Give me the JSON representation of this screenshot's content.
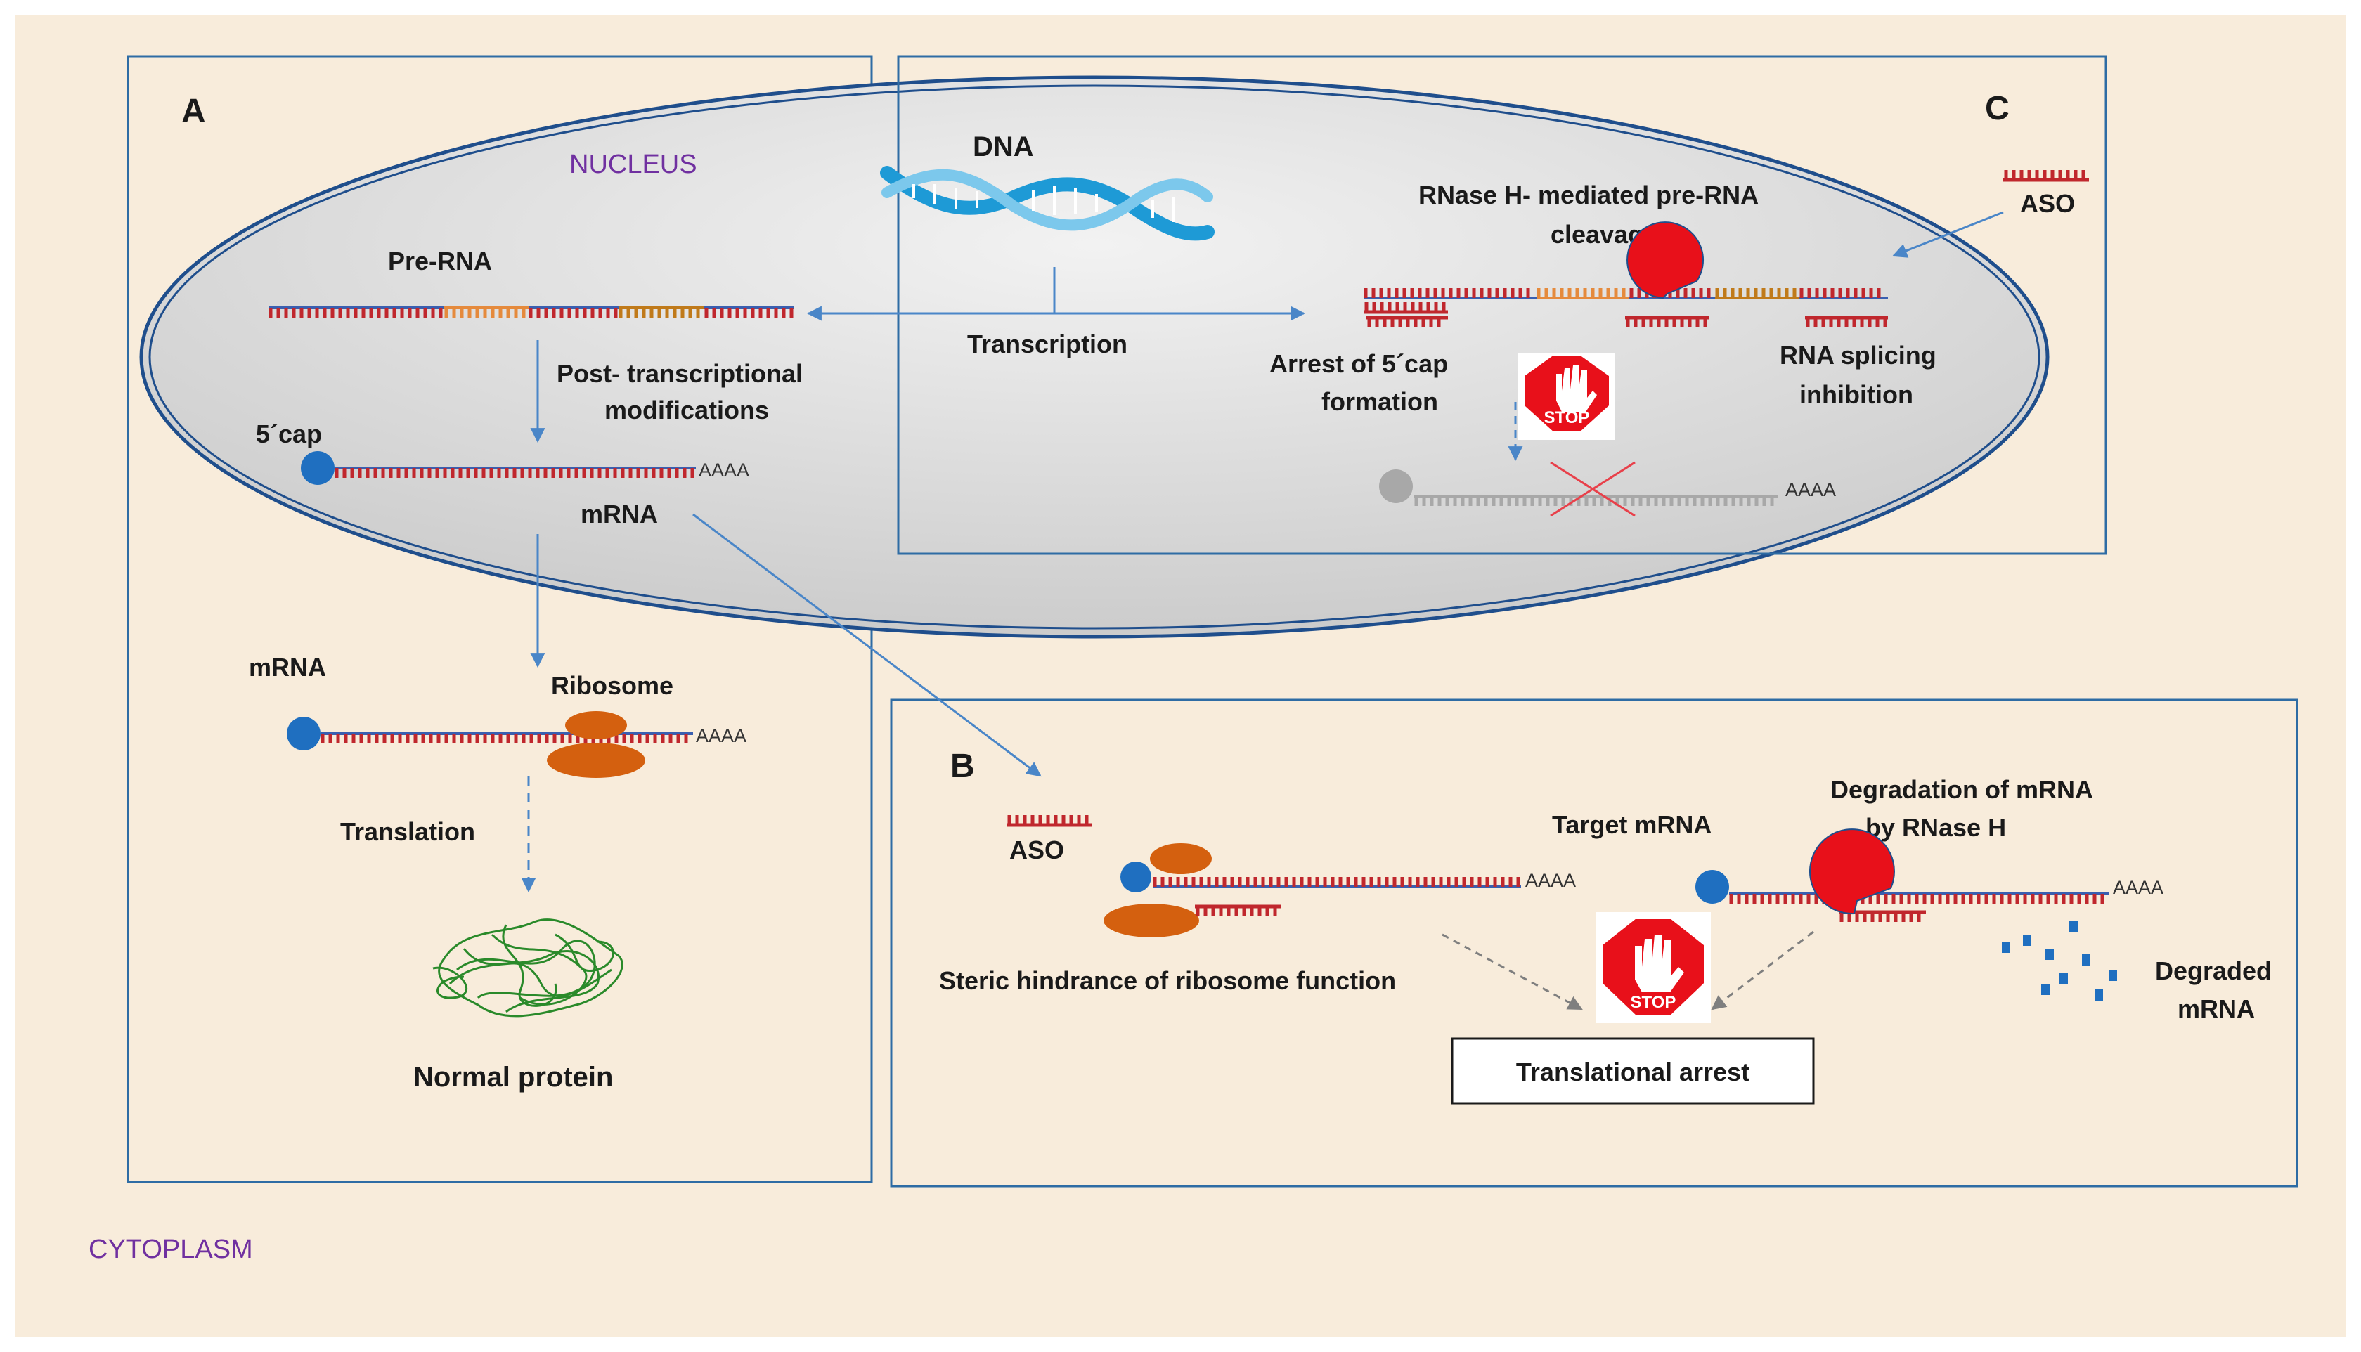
{
  "regions": {
    "cytoplasm": "CYTOPLASM",
    "nucleus": "NUCLEUS"
  },
  "panels": {
    "a": "A",
    "b": "B",
    "c": "C"
  },
  "panel_a": {
    "dna": "DNA",
    "pre_rna": "Pre-RNA",
    "transcription": "Transcription",
    "post_mod_line1": "Post- transcriptional",
    "post_mod_line2": "modifications",
    "cap": "5´cap",
    "mrna_nucleus": "mRNA",
    "mrna_cyto": "mRNA",
    "ribosome": "Ribosome",
    "translation": "Translation",
    "normal_protein": "Normal protein",
    "polya": "AAAA"
  },
  "panel_b": {
    "aso": "ASO",
    "target_mrna": "Target mRNA",
    "degradation_line1": "Degradation of mRNA",
    "degradation_line2": "by RNase H",
    "steric": "Steric hindrance of ribosome function",
    "degraded_line1": "Degraded",
    "degraded_line2": "mRNA",
    "translational_arrest": "Translational arrest",
    "stop": "STOP",
    "polya": "AAAA"
  },
  "panel_c": {
    "aso": "ASO",
    "rnase_line1": "RNase H- mediated pre-RNA",
    "rnase_line2": "cleavage",
    "arrest_line1": "Arrest of 5´cap",
    "arrest_line2": "formation",
    "splicing_line1": "RNA splicing",
    "splicing_line2": "inhibition",
    "stop": "STOP",
    "polya": "AAAA"
  },
  "colors": {
    "background": "#f8ecdb",
    "panel_border": "#2e6ca4",
    "nucleus_border": "#1f4e8c",
    "arrow": "#4a86c8",
    "rna_blue": "#3a5fb0",
    "rna_red": "#c0272d",
    "exon_orange": "#e58a3c",
    "exon_brown": "#c07a1a",
    "cap_blue": "#1f6fc0",
    "ribosome": "#d4600f",
    "rnase_red": "#e8101a",
    "protein_green": "#2a8a2a",
    "label_purple": "#7030a0",
    "dna_blue": "#1e9ad6"
  }
}
